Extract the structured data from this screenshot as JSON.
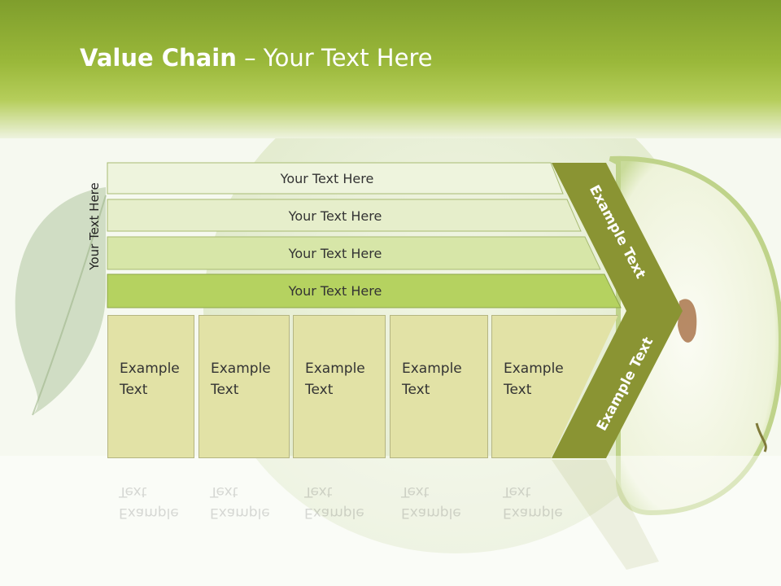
{
  "title": {
    "bold": "Value Chain",
    "rest": " – Your Text Here"
  },
  "side_label": "Your Text Here",
  "bars": [
    "Your Text Here",
    "Your Text Here",
    "Your Text Here",
    "Your Text Here"
  ],
  "columns": [
    {
      "line1": "Example",
      "line2": "Text"
    },
    {
      "line1": "Example",
      "line2": "Text"
    },
    {
      "line1": "Example",
      "line2": "Text"
    },
    {
      "line1": "Example",
      "line2": "Text"
    },
    {
      "line1": "Example",
      "line2": "Text"
    }
  ],
  "chevron": {
    "upper": "Example Text",
    "lower": "Example Text"
  },
  "colors": {
    "header": "#9ab83a",
    "chevron": "#8a9433",
    "column": "#e2e2a6"
  }
}
